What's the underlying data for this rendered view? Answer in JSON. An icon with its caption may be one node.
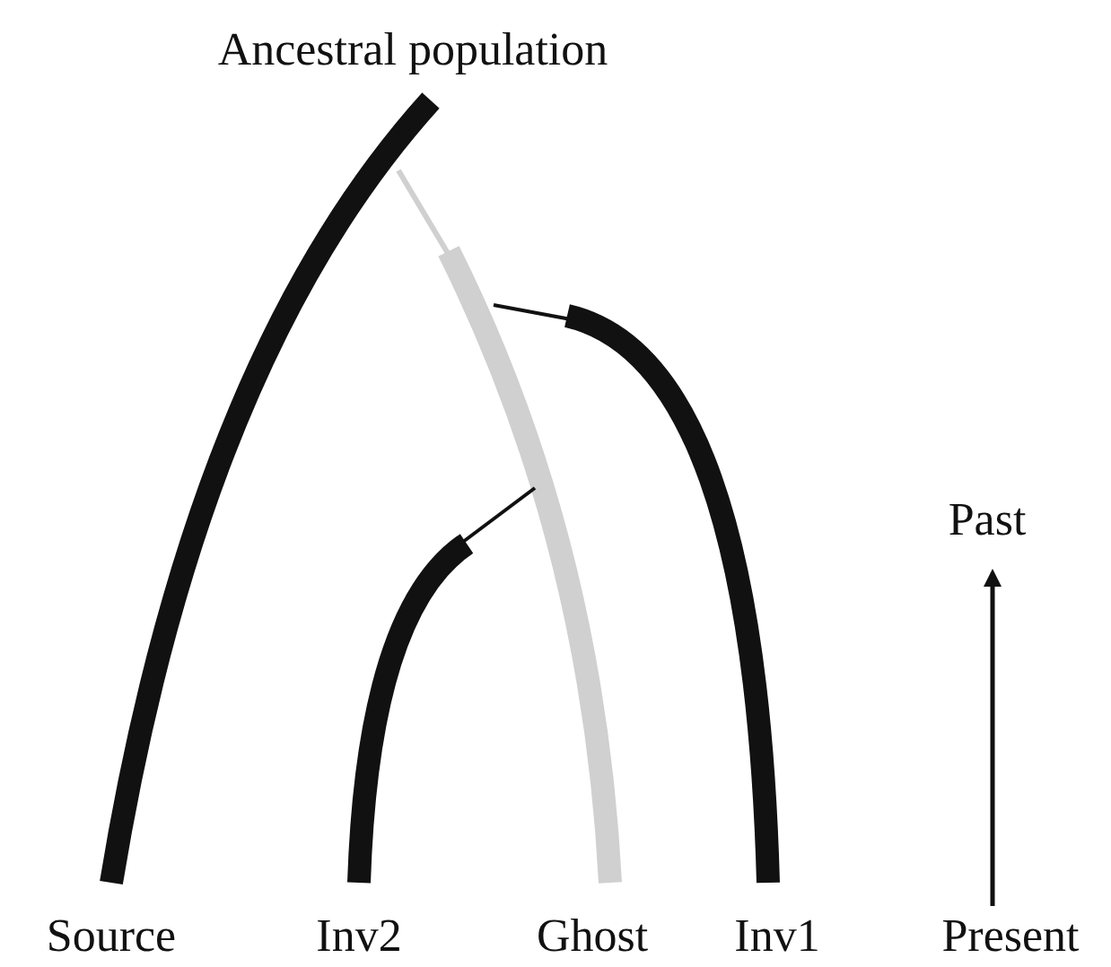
{
  "diagram": {
    "labels": [
      "Ancestral population",
      "Past",
      "Source",
      "Inv2",
      "Ghost",
      "Inv1",
      "Present"
    ]
  }
}
